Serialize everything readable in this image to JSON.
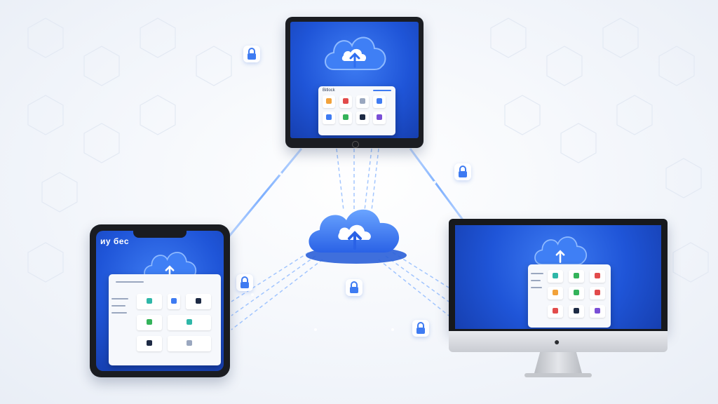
{
  "scene": {
    "description_free": true,
    "colors": {
      "background": "#eef3fa",
      "accent_blue": "#2f6ef0",
      "screen_blue": "#1f55d8",
      "beam": "#7fb2ff",
      "device_frame": "#1b1d22"
    },
    "icons": [
      "cloud-upload-icon",
      "lock-icon",
      "apple-logo"
    ],
    "left_device_text": "иу бес",
    "top_panel_title": "Bitlock"
  }
}
